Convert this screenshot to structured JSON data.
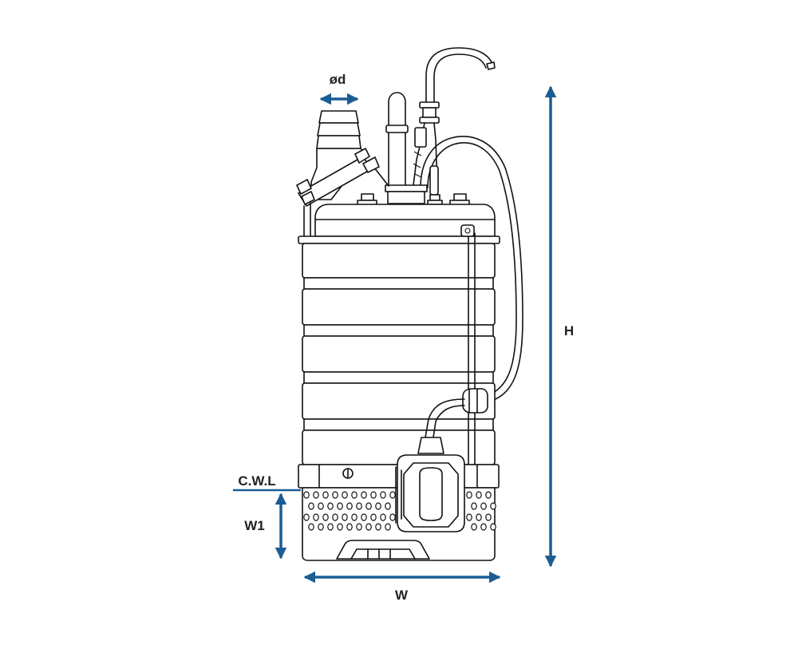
{
  "labels": {
    "od": "ød",
    "h": "H",
    "cwl": "C.W.L",
    "w1": "W1",
    "w": "W"
  },
  "colors": {
    "dimension": "#1b5d93",
    "outline": "#111111",
    "label": "#222222",
    "background": "#ffffff"
  }
}
